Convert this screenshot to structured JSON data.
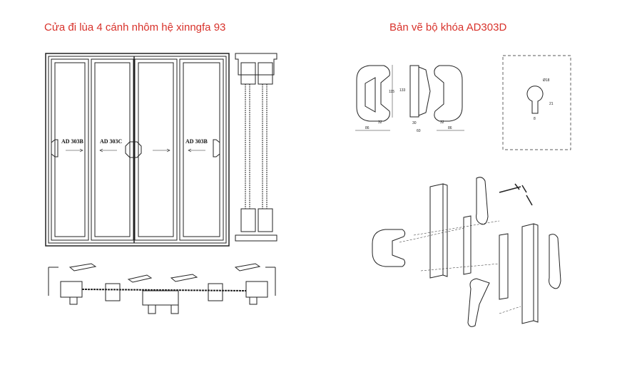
{
  "titles": {
    "left": "Cửa đi lùa 4 cánh nhôm hệ xinngfa 93",
    "right": "Bản vẽ bộ khóa AD303D"
  },
  "door_labels": [
    "AD 303B",
    "AD 303C",
    "AD 303B"
  ],
  "dimensions": {
    "handle_width": "86",
    "handle_grip": "32",
    "height": "115",
    "hole_spacing": "133",
    "base": "30",
    "depth": "60",
    "grip_right": "32",
    "width_right": "86",
    "diameter": "Ø18",
    "slot_height": "21",
    "slot_width": "8"
  },
  "colors": {
    "title": "#d8322b",
    "line": "#222222"
  }
}
